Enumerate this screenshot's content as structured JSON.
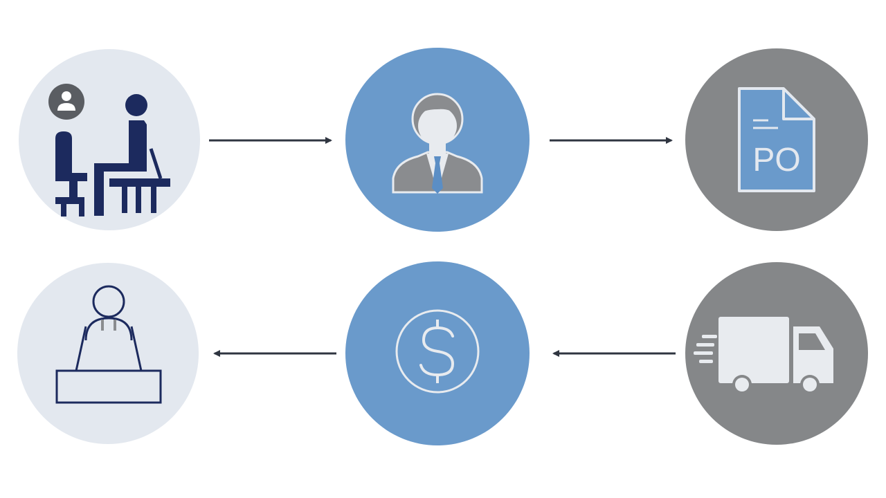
{
  "colors": {
    "background": "#ffffff",
    "light_circle": "#e3e8ef",
    "blue_circle": "#6a9acb",
    "gray_circle": "#858789",
    "navy_icon": "#1c2a5e",
    "arrow": "#2f3540",
    "gray_icon": "#8a8c8f",
    "light_icon": "#e8ebef"
  },
  "steps": [
    {
      "id": "requester",
      "icon": "person-at-desk-icon"
    },
    {
      "id": "manager",
      "icon": "businessman-icon"
    },
    {
      "id": "purchase-order",
      "icon": "po-document-icon"
    },
    {
      "id": "delivery",
      "icon": "delivery-truck-icon"
    },
    {
      "id": "payment",
      "icon": "dollar-icon"
    },
    {
      "id": "accounting",
      "icon": "person-at-computer-icon"
    }
  ],
  "document": {
    "label": "PO"
  },
  "flow": [
    {
      "from": "requester",
      "to": "manager"
    },
    {
      "from": "manager",
      "to": "purchase-order"
    },
    {
      "from": "delivery",
      "to": "payment"
    },
    {
      "from": "payment",
      "to": "accounting"
    }
  ]
}
